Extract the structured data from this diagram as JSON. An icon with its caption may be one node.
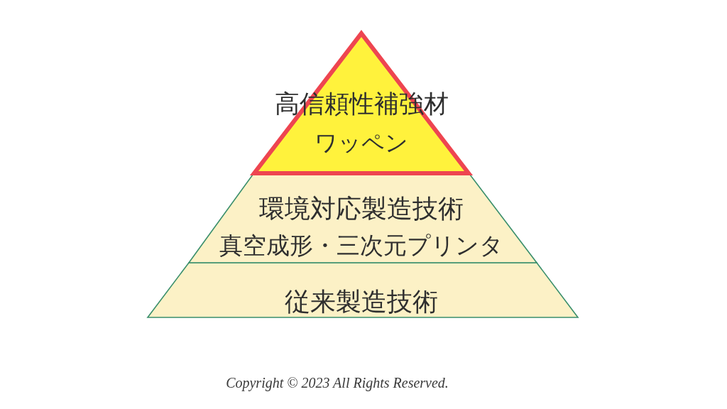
{
  "diagram": {
    "nodes": [
      {
        "text": [
          "高信頼性補強材",
          "ワッペン"
        ]
      },
      {
        "text": [
          "環境対応製造技術",
          "真空成形・三次元プリンタ"
        ]
      },
      {
        "text": [
          "従来製造技術"
        ]
      }
    ],
    "labels": [
      "Copyright © 2023 All Rights Reserved."
    ]
  }
}
